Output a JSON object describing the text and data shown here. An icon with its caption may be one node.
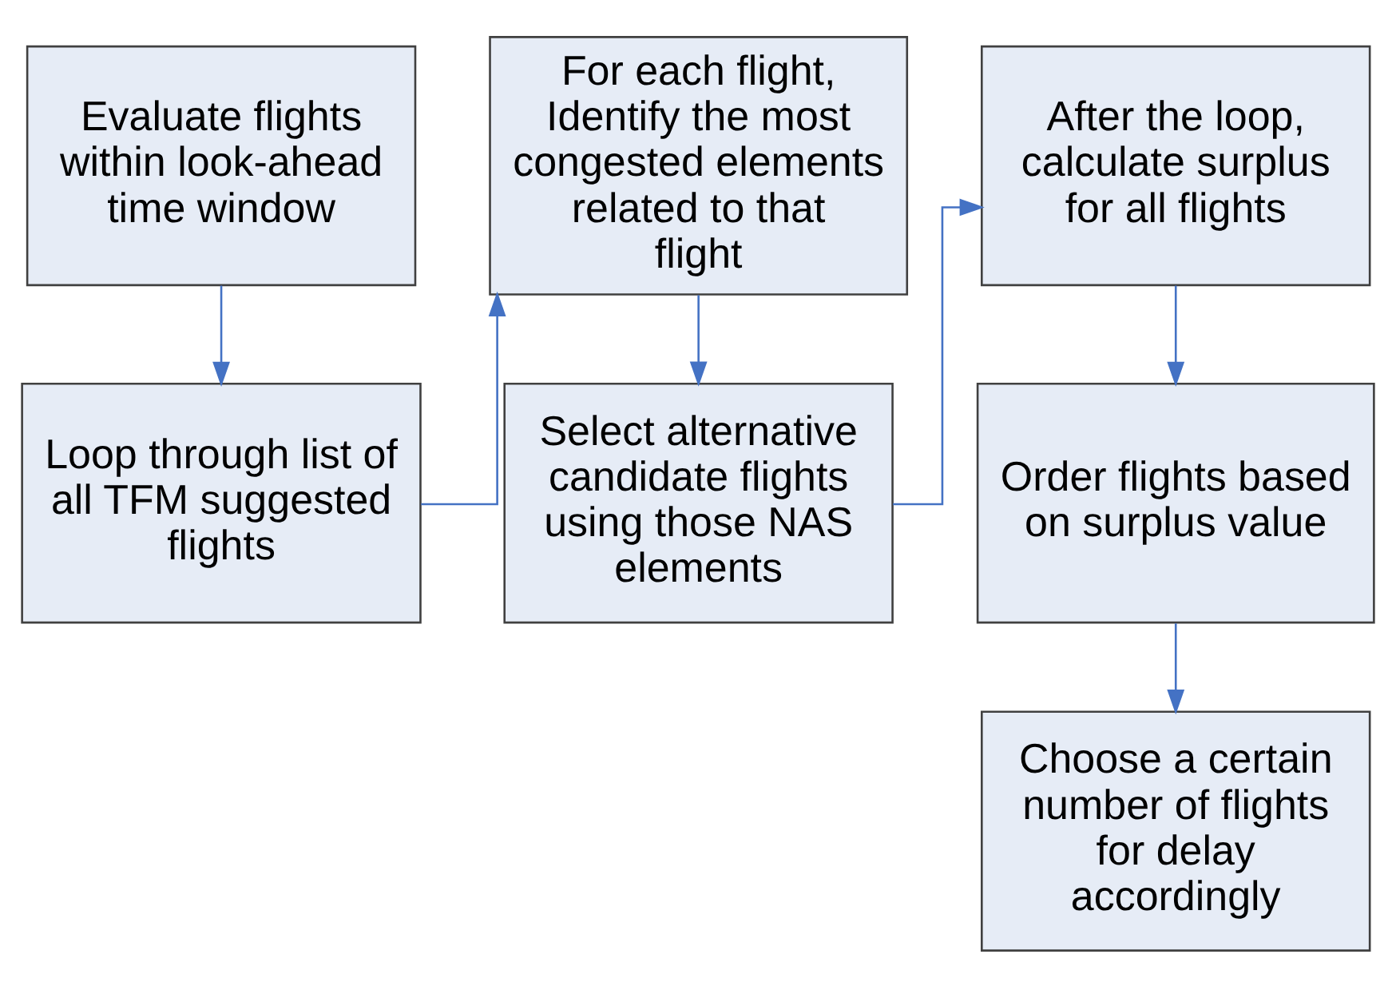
{
  "diagram": {
    "nodes": [
      {
        "text": [
          "Evaluate flights within look-ahead time window"
        ]
      },
      {
        "text": [
          "Loop through list of all TFM suggested flights"
        ]
      },
      {
        "text": [
          "For each flight, Identify the most congested elements related to that flight"
        ]
      },
      {
        "text": [
          "Select alternative candidate flights using those NAS elements"
        ]
      },
      {
        "text": [
          "After the loop, calculate surplus for all flights"
        ]
      },
      {
        "text": [
          "Order flights based on surplus value"
        ]
      },
      {
        "text": [
          "Choose a certain number of flights for delay accordingly"
        ]
      }
    ],
    "edges": [
      {
        "from": 0,
        "to": 1,
        "arrow": "to"
      },
      {
        "from": 1,
        "to": 2,
        "arrow": "to"
      },
      {
        "from": 2,
        "to": 3,
        "arrow": "to"
      },
      {
        "from": 3,
        "to": 4,
        "arrow": "to"
      },
      {
        "from": 4,
        "to": 5,
        "arrow": "to"
      },
      {
        "from": 5,
        "to": 6,
        "arrow": "to"
      }
    ]
  }
}
